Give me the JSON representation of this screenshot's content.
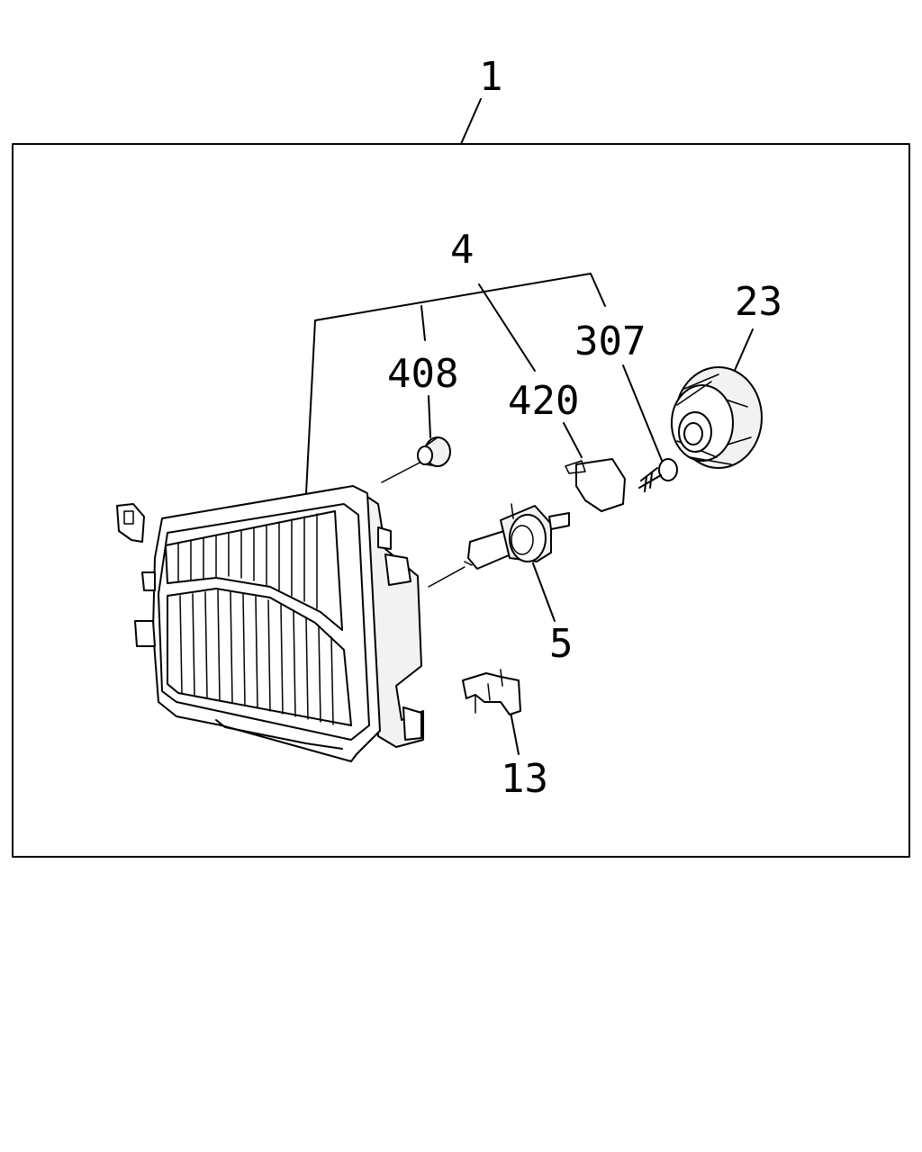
{
  "callouts": {
    "assembly": "1",
    "bulb_group": "4",
    "bulb": "5",
    "clip": "13",
    "cap": "23",
    "screw": "307",
    "socket": "408",
    "seal": "420"
  }
}
